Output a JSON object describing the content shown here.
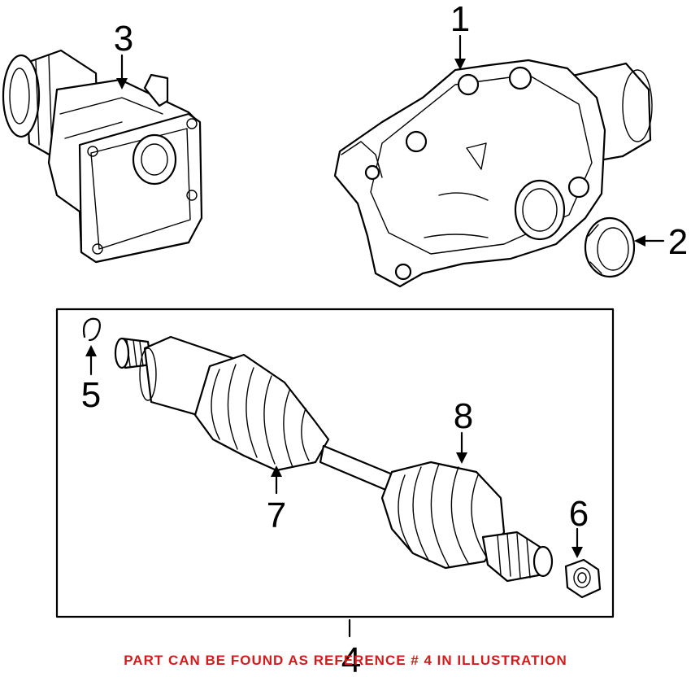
{
  "diagram": {
    "callouts": [
      {
        "id": "1",
        "label": "1"
      },
      {
        "id": "2",
        "label": "2"
      },
      {
        "id": "3",
        "label": "3"
      },
      {
        "id": "4",
        "label": "4"
      },
      {
        "id": "5",
        "label": "5"
      },
      {
        "id": "6",
        "label": "6"
      },
      {
        "id": "7",
        "label": "7"
      },
      {
        "id": "8",
        "label": "8"
      }
    ],
    "caption": "PART CAN BE FOUND AS REFERENCE # 4 IN ILLUSTRATION",
    "caption_color": "#d61a1a"
  }
}
